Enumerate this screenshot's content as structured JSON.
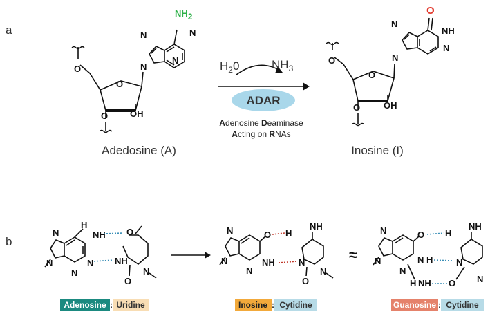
{
  "panels": {
    "a": "a",
    "b": "b"
  },
  "reaction": {
    "reactant_label": "Adedosine (A)",
    "product_label": "Inosine (I)",
    "water": "H",
    "water_sub": "2",
    "water_tail": "0",
    "ammonia": "NH",
    "ammonia_sub": "3",
    "enzyme": "ADAR",
    "definition_line1": [
      "A",
      "denosine ",
      "D",
      "eaminase"
    ],
    "definition_line2": [
      "A",
      "cting on ",
      "R",
      "NAs"
    ]
  },
  "atoms": {
    "N": "N",
    "O": "O",
    "OH": "OH",
    "H": "H",
    "NH": "NH",
    "NH2": "NH",
    "NH2_sub": "2",
    "approx": "≈"
  },
  "pairs": [
    {
      "left": "Adenosine",
      "sep": ":",
      "right": "Uridine",
      "left_bg": "#1b8a80",
      "left_fg": "#ffffff",
      "right_bg": "#f8ddb4",
      "right_fg": "#333333"
    },
    {
      "left": "Inosine",
      "sep": ":",
      "right": "Cytidine",
      "left_bg": "#f2a93b",
      "left_fg": "#222222",
      "right_bg": "#b7dbe7",
      "right_fg": "#333333"
    },
    {
      "left": "Guanosine",
      "sep": ":",
      "right": "Cytidine",
      "left_bg": "#e5826b",
      "left_fg": "#ffffff",
      "right_bg": "#b7dbe7",
      "right_fg": "#333333"
    }
  ],
  "colors": {
    "amine_green": "#2fb14a",
    "carbonyl_red": "#e2372b",
    "enzyme_oval": "#a9d7ea",
    "hbond_blue": "#3a8fb7",
    "hbond_red": "#c0392b"
  }
}
